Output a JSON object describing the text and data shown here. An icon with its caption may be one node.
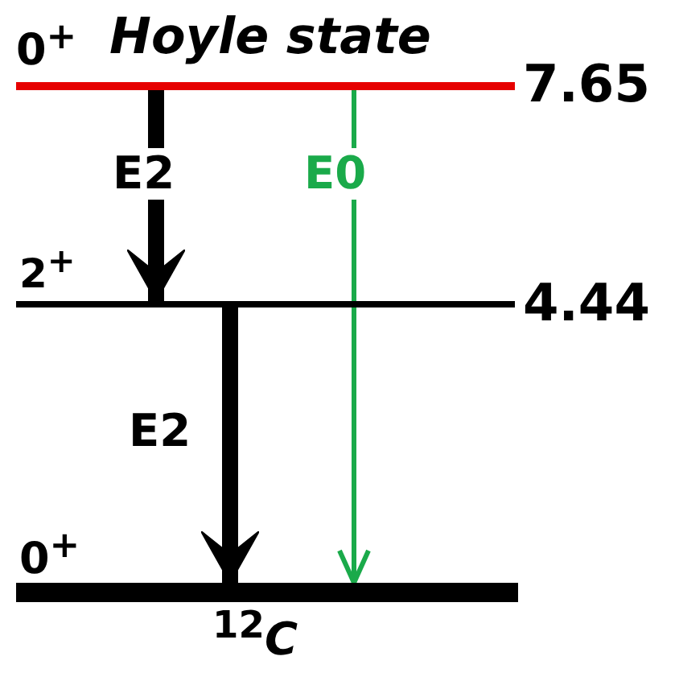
{
  "diagram": {
    "nodes": [
      {
        "text": [
          "0$^{+}$",
          "Hoyle state"
        ],
        "beside": [
          "7.65"
        ]
      },
      {
        "text": [
          "2$^{+}$"
        ],
        "beside": [
          "4.44"
        ]
      },
      {
        "text": [
          "0$^{+}$"
        ],
        "beside": [
          "$^{12}$*C*"
        ]
      }
    ],
    "edges": [
      {
        "from": 0,
        "to": 1,
        "arrow": "to",
        "label": "E2"
      },
      {
        "from": 1,
        "to": 2,
        "arrow": "to",
        "label": "E2"
      },
      {
        "from": 0,
        "to": 2,
        "arrow": "to",
        "label": "E0",
        "color": "#1aaa4a"
      }
    ]
  }
}
